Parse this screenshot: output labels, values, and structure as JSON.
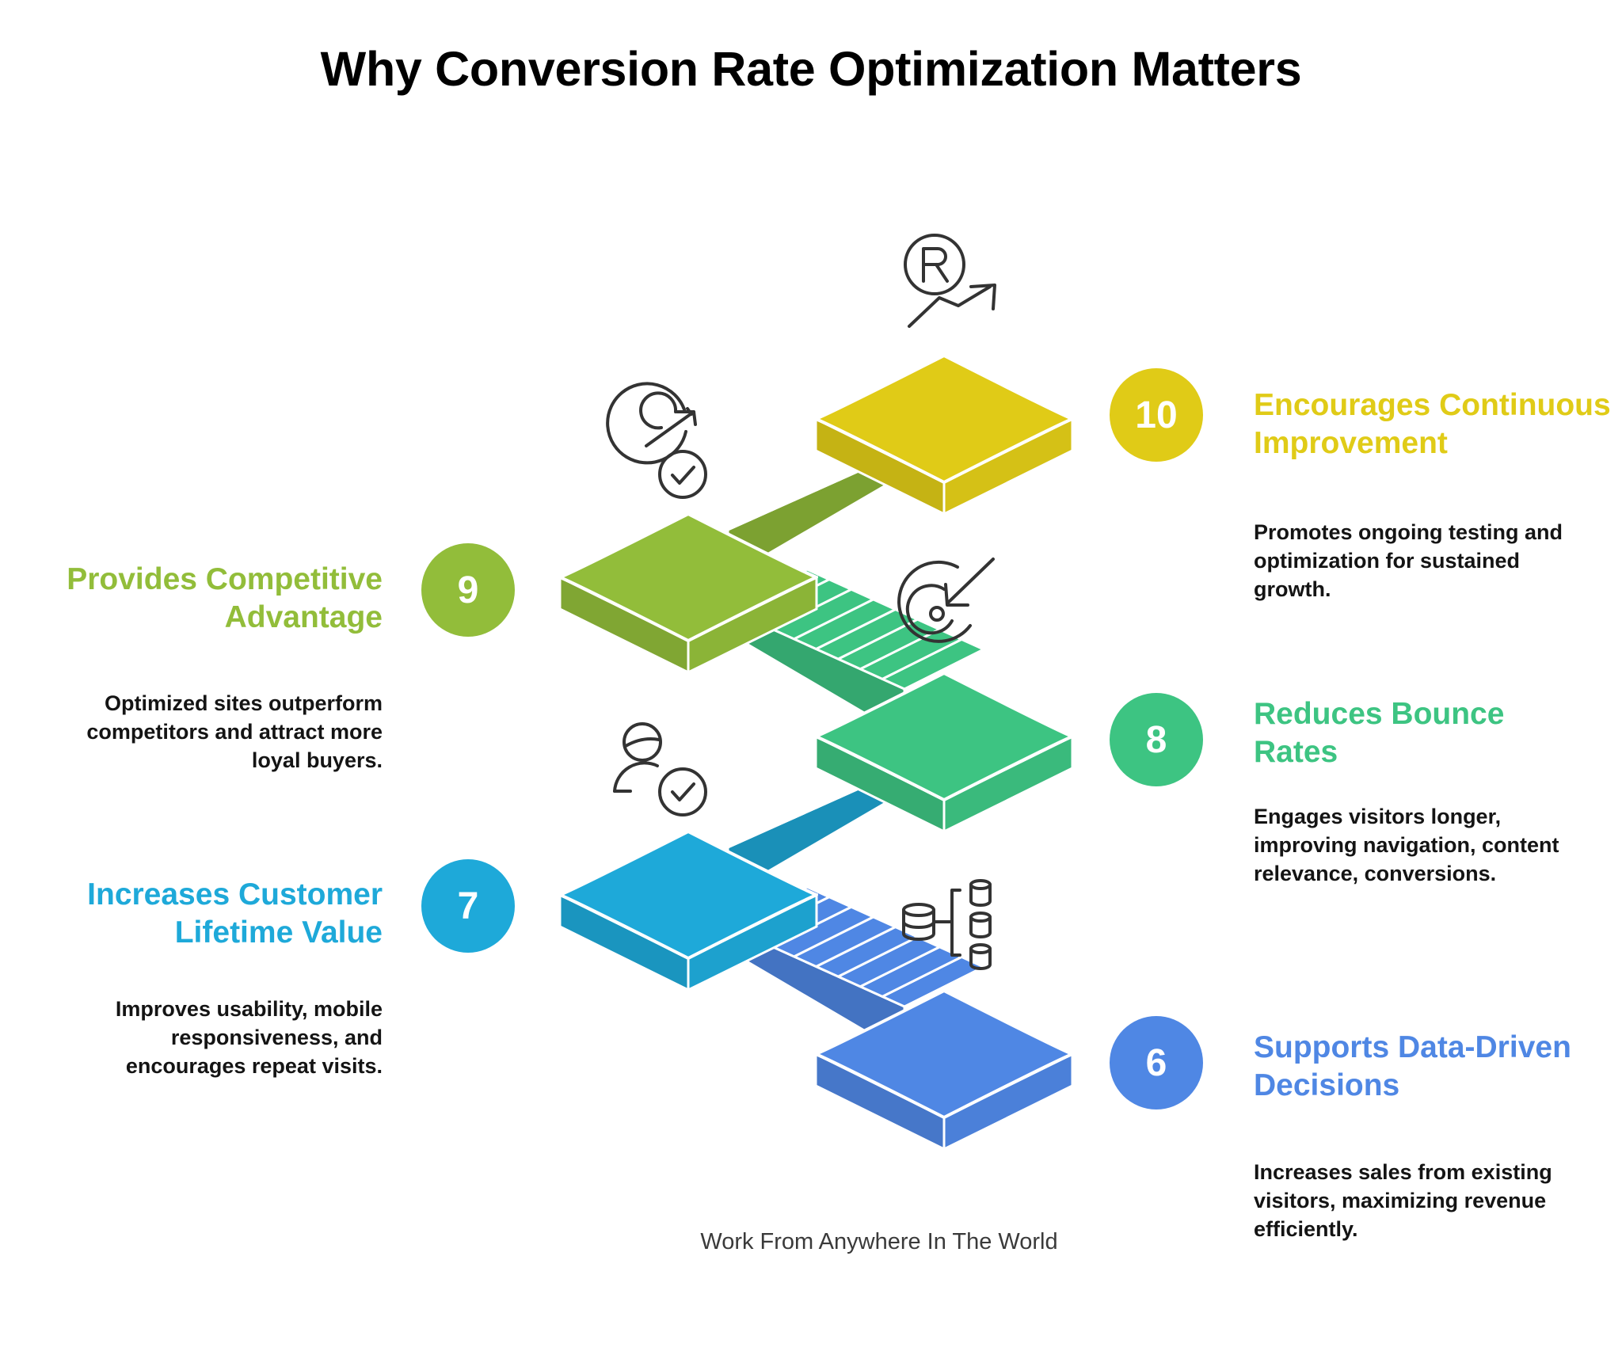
{
  "title": "Why Conversion Rate Optimization Matters",
  "footer": "Work From Anywhere In The World",
  "steps": [
    {
      "number": "6",
      "title_line1": "Supports Data-Driven",
      "title_line2": "Decisions",
      "desc_line1": "Increases sales from existing",
      "desc_line2": "visitors, maximizing revenue",
      "desc_line3": "efficiently.",
      "color": "#4f87e4",
      "icon": "database-hierarchy-icon"
    },
    {
      "number": "7",
      "title_line1": "Increases Customer",
      "title_line2": "Lifetime Value",
      "desc_line1": "Improves usability, mobile",
      "desc_line2": "responsiveness, and",
      "desc_line3": "encourages repeat visits.",
      "color": "#1ea9d9",
      "icon": "user-check-icon"
    },
    {
      "number": "8",
      "title_line1": "Reduces Bounce",
      "title_line2": "Rates",
      "desc_line1": "Engages visitors longer,",
      "desc_line2": "improving navigation, content",
      "desc_line3": "relevance, conversions.",
      "color": "#3dc482",
      "icon": "target-arrow-in-icon"
    },
    {
      "number": "9",
      "title_line1": "Provides Competitive",
      "title_line2": "Advantage",
      "desc_line1": "Optimized sites outperform",
      "desc_line2": "competitors and attract more",
      "desc_line3": "loyal buyers.",
      "color": "#92bd3a",
      "icon": "target-check-icon"
    },
    {
      "number": "10",
      "title_line1": "Encourages Continuous",
      "title_line2": "Improvement",
      "desc_line1": "Promotes ongoing testing and",
      "desc_line2": "optimization for sustained",
      "desc_line3": "growth.",
      "color": "#e0cb17",
      "icon": "registered-growth-icon"
    }
  ]
}
